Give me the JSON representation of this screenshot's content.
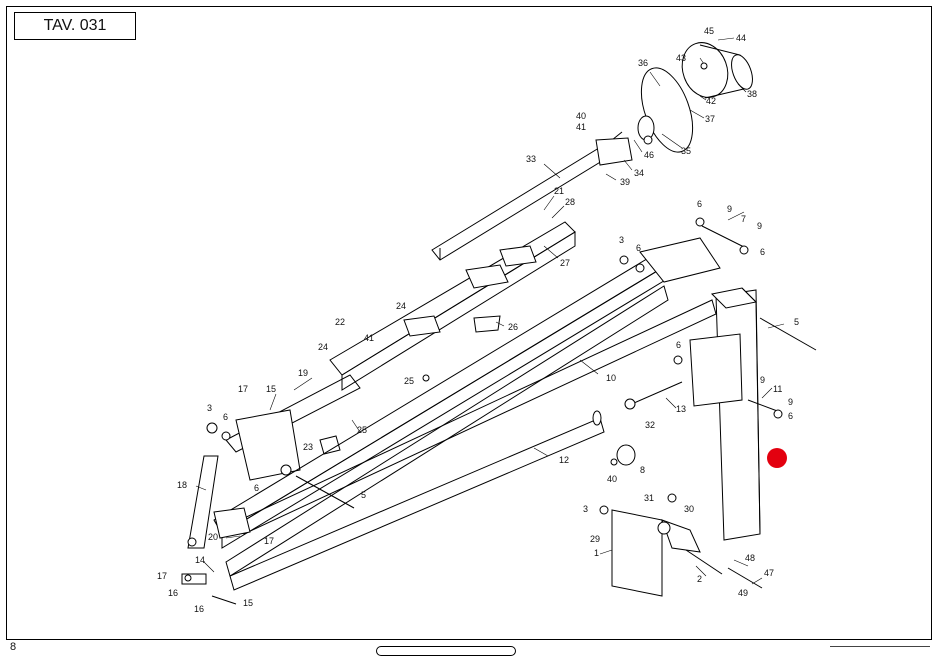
{
  "plate": {
    "title": "TAV. 031",
    "page": "8"
  },
  "marker_color": "#e3000f",
  "callouts": [
    {
      "id": "c45",
      "text": "45"
    },
    {
      "id": "c44",
      "text": "44"
    },
    {
      "id": "c43",
      "text": "43"
    },
    {
      "id": "c42",
      "text": "42"
    },
    {
      "id": "c38",
      "text": "38"
    },
    {
      "id": "c36",
      "text": "36"
    },
    {
      "id": "c37",
      "text": "37"
    },
    {
      "id": "c35",
      "text": "35"
    },
    {
      "id": "c46",
      "text": "46"
    },
    {
      "id": "c40a",
      "text": "40"
    },
    {
      "id": "c41a",
      "text": "41"
    },
    {
      "id": "c34",
      "text": "34"
    },
    {
      "id": "c39",
      "text": "39"
    },
    {
      "id": "c33",
      "text": "33"
    },
    {
      "id": "c21",
      "text": "21"
    },
    {
      "id": "c28",
      "text": "28"
    },
    {
      "id": "c27",
      "text": "27"
    },
    {
      "id": "c26",
      "text": "26"
    },
    {
      "id": "c24a",
      "text": "24"
    },
    {
      "id": "c22",
      "text": "22"
    },
    {
      "id": "c41b",
      "text": "41"
    },
    {
      "id": "c24b",
      "text": "24"
    },
    {
      "id": "c25a",
      "text": "25"
    },
    {
      "id": "c19",
      "text": "19"
    },
    {
      "id": "c17a",
      "text": "17"
    },
    {
      "id": "c15a",
      "text": "15"
    },
    {
      "id": "c3a",
      "text": "3"
    },
    {
      "id": "c6a",
      "text": "6"
    },
    {
      "id": "c25b",
      "text": "25"
    },
    {
      "id": "c23",
      "text": "23"
    },
    {
      "id": "c18",
      "text": "18"
    },
    {
      "id": "c6b",
      "text": "6"
    },
    {
      "id": "c5a",
      "text": "5"
    },
    {
      "id": "c20",
      "text": "20"
    },
    {
      "id": "c17b",
      "text": "17"
    },
    {
      "id": "c14",
      "text": "14"
    },
    {
      "id": "c17c",
      "text": "17"
    },
    {
      "id": "c16a",
      "text": "16"
    },
    {
      "id": "c16b",
      "text": "16"
    },
    {
      "id": "c15b",
      "text": "15"
    },
    {
      "id": "c12",
      "text": "12"
    },
    {
      "id": "c10",
      "text": "10"
    },
    {
      "id": "c3b",
      "text": "3"
    },
    {
      "id": "c6c",
      "text": "6"
    },
    {
      "id": "c6d",
      "text": "6"
    },
    {
      "id": "c9a",
      "text": "9"
    },
    {
      "id": "c7",
      "text": "7"
    },
    {
      "id": "c9b",
      "text": "9"
    },
    {
      "id": "c6e",
      "text": "6"
    },
    {
      "id": "c5b",
      "text": "5"
    },
    {
      "id": "c6f",
      "text": "6"
    },
    {
      "id": "c9c",
      "text": "9"
    },
    {
      "id": "c11",
      "text": "11"
    },
    {
      "id": "c9d",
      "text": "9"
    },
    {
      "id": "c6g",
      "text": "6"
    },
    {
      "id": "c13",
      "text": "13"
    },
    {
      "id": "c32",
      "text": "32"
    },
    {
      "id": "c8",
      "text": "8"
    },
    {
      "id": "c40b",
      "text": "40"
    },
    {
      "id": "c31",
      "text": "31"
    },
    {
      "id": "c30",
      "text": "30"
    },
    {
      "id": "c3c",
      "text": "3"
    },
    {
      "id": "c29",
      "text": "29"
    },
    {
      "id": "c1",
      "text": "1"
    },
    {
      "id": "c2",
      "text": "2"
    },
    {
      "id": "c48",
      "text": "48"
    },
    {
      "id": "c47",
      "text": "47"
    },
    {
      "id": "c49",
      "text": "49"
    }
  ]
}
